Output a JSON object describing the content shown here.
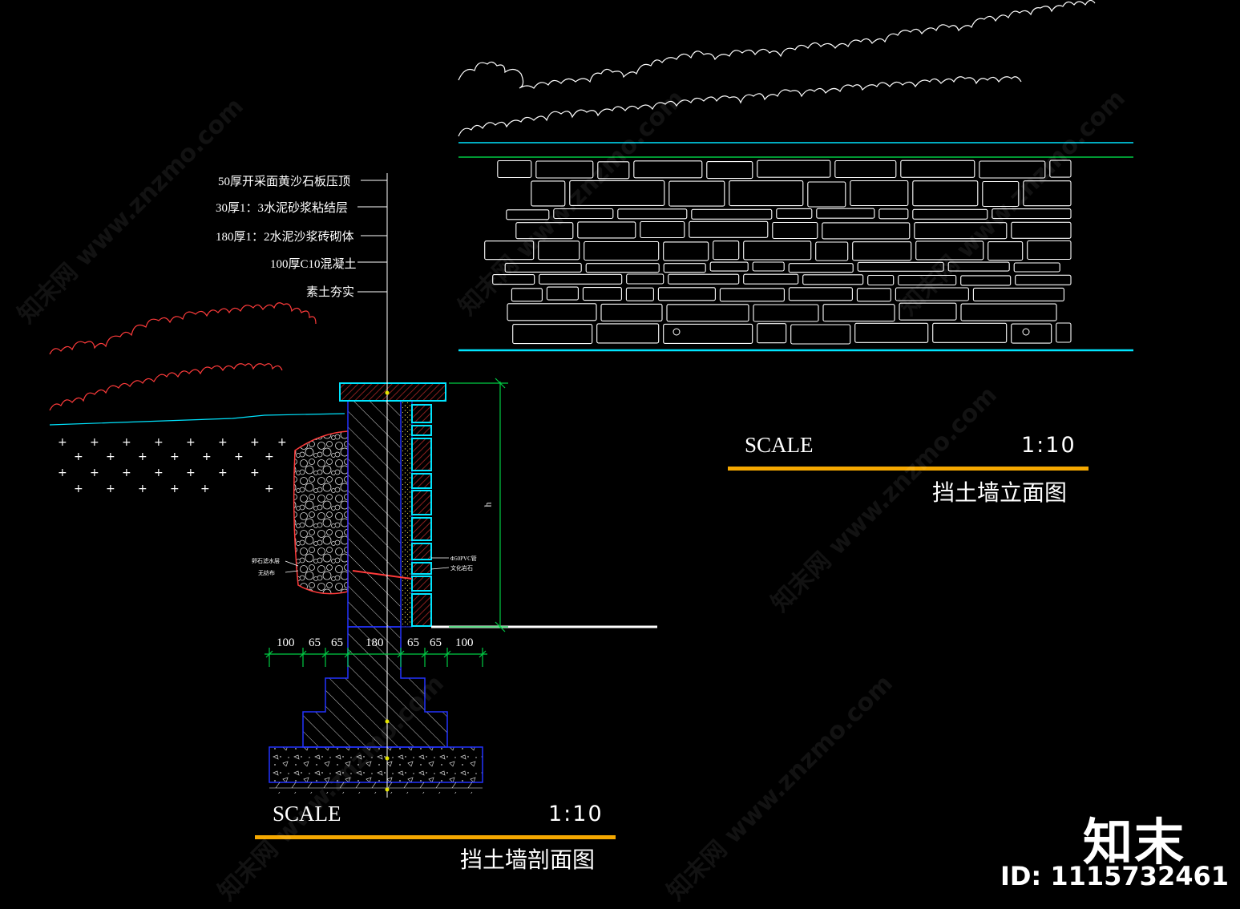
{
  "section": {
    "layer_labels": [
      "50厚开采面黄沙石板压顶",
      "30厚1：3水泥砂浆粘结层",
      "180厚1：2水泥沙浆砖砌体",
      "100厚C10混凝土",
      "素土夯实"
    ],
    "dimensions": [
      "100",
      "65",
      "65",
      "180",
      "65",
      "65",
      "100"
    ],
    "height_mark": "h",
    "notes_left": [
      "卵石滤水层",
      "无纺布"
    ],
    "notes_right": [
      "Φ50PVC管",
      "文化岩石"
    ],
    "scale_word": "SCALE",
    "scale_ratio": "1:10",
    "title": "挡土墙剖面图"
  },
  "elevation": {
    "scale_word": "SCALE",
    "scale_ratio": "1:10",
    "title": "挡土墙立面图"
  },
  "brand": {
    "logo": "知末",
    "id_text": "ID: 1115732461"
  },
  "watermarks": [
    "知末网 www.znzmo.com",
    "知末网 www.znzmo.com",
    "知末网 www.znzmo.com",
    "知末网 www.znzmo.com",
    "知末网 www.znzmo.com",
    "知末网 www.znzmo.com"
  ],
  "colors": {
    "background": "#000000",
    "cyan": "#00e5ff",
    "green": "#00cc44",
    "red": "#ff3b3b",
    "blue": "#2233ff",
    "yellow_bar": "#f5a800",
    "white": "#ffffff"
  }
}
